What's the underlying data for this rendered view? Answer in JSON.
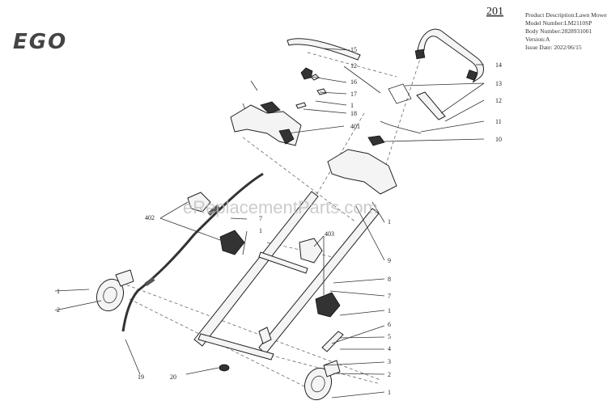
{
  "brand": "EGO",
  "page_number": "201",
  "meta": {
    "product": "Product Description:Lawn Mower",
    "model": "Model Number:LM2110SP",
    "body": "Body Number:2828931001",
    "version": "Version:A",
    "issue": "Issue Date: 2022/06/15"
  },
  "watermark": "eReplacementParts.com",
  "callouts": {
    "c15": "15",
    "c12a": "12",
    "c16": "16",
    "c17": "17",
    "c1a": "1",
    "c18": "18",
    "c401": "401",
    "c14": "14",
    "c13": "13",
    "c12b": "12",
    "c11": "11",
    "c10": "10",
    "c402": "402",
    "c7a": "7",
    "c1b": "1",
    "c403": "403",
    "c1c": "1",
    "c9": "9",
    "c8": "8",
    "c7b": "7",
    "c1d": "1",
    "c6": "6",
    "c5": "5",
    "c4": "4",
    "c3": "3",
    "c2a": "2",
    "c1e": "1",
    "c1f": "1",
    "c2b": "2",
    "c19": "19",
    "c20": "20"
  }
}
